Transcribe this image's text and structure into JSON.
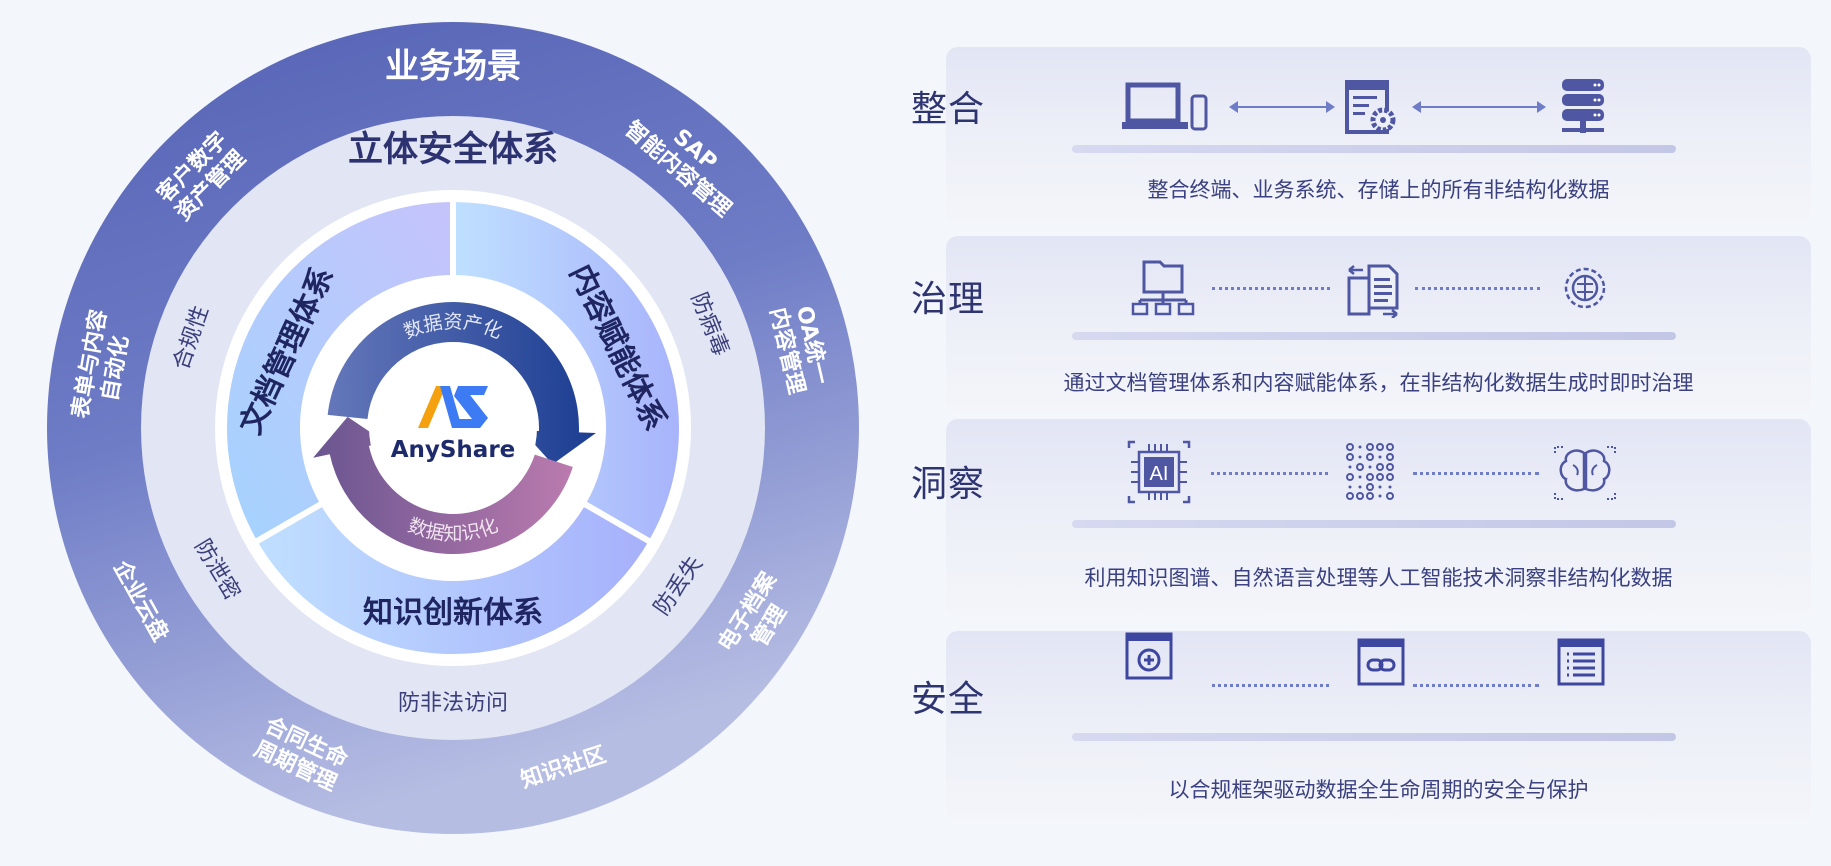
{
  "wheel": {
    "outer_title": "业务场景",
    "scenarios": [
      [
        "SAP",
        "智能内容管理"
      ],
      [
        "OA统一",
        "内容管理"
      ],
      [
        "电子档案",
        "管理"
      ],
      [
        "知识社区"
      ],
      [
        "合同生命",
        "周期管理"
      ],
      [
        "企业云盘"
      ],
      [
        "表单与内容",
        "自动化"
      ],
      [
        "客户数字",
        "资产管理"
      ]
    ],
    "security_title": "立体安全体系",
    "security_items": [
      "防病毒",
      "防丢失",
      "防非法访问",
      "防泄密",
      "合规性"
    ],
    "systems": [
      "文档管理体系",
      "内容赋能体系",
      "知识创新体系"
    ],
    "cycle": {
      "top": "数据资产化",
      "bottom": "数据知识化"
    },
    "logo_text": "AnyShare",
    "colors": {
      "outer_top": "#5663b6",
      "outer_bottom": "#b3bbe2",
      "middle": "#e2e5f4",
      "arrow_blue": "#1d3f92",
      "arrow_purple": "#b879ae",
      "logo_orange": "#f5a00f",
      "logo_blue": "#3d7bf5"
    }
  },
  "rows": [
    {
      "label": "整合",
      "desc": "整合终端、业务系统、存储上的所有非结构化数据",
      "icons": [
        "laptop-phone-icon",
        "system-settings-icon",
        "server-icon"
      ]
    },
    {
      "label": "治理",
      "desc": "通过文档管理体系和内容赋能体系，在非结构化数据生成时即时治理",
      "icons": [
        "folder-tree-icon",
        "document-transfer-icon",
        "brain-network-icon"
      ]
    },
    {
      "label": "洞察",
      "desc": "利用知识图谱、自然语言处理等人工智能技术洞察非结构化数据",
      "icons": [
        "ai-chip-icon",
        "data-matrix-icon",
        "brain-icon"
      ],
      "chip_text": "AI"
    },
    {
      "label": "安全",
      "desc": "以合规框架驱动数据全生命周期的安全与保护",
      "icons": [
        "secure-box-icon",
        "link-window-icon",
        "list-document-icon"
      ]
    }
  ]
}
